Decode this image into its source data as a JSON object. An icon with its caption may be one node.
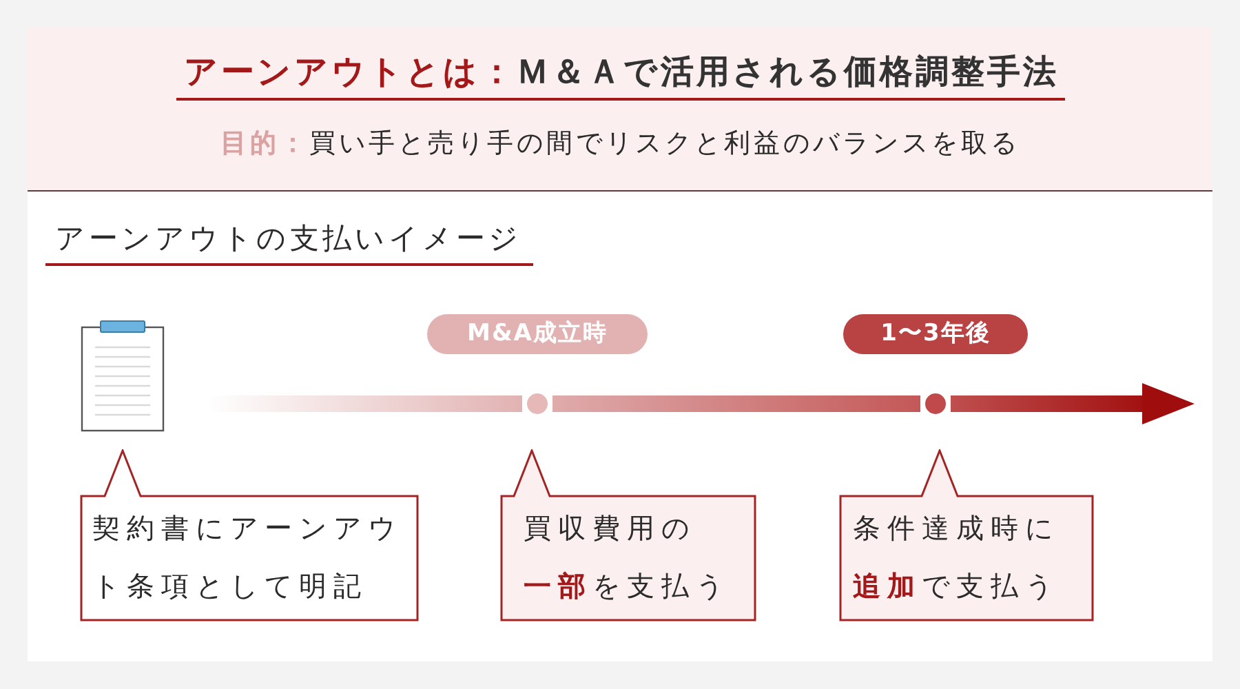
{
  "diagram": {
    "title": "**アーンアウトとは：**Ｍ＆Ａで活用される価格調整手法",
    "nodes": [
      {
        "text": [],
        "shape": "picture"
      },
      {
        "text": [
          "M&A成立時"
        ]
      },
      {
        "text": [
          "1〜3年後"
        ]
      },
      {
        "text": [],
        "shape": "circle"
      },
      {
        "text": [],
        "shape": "circle"
      },
      {
        "text": [
          "契約書にアーンアウト条項として明記"
        ]
      },
      {
        "text": [
          "買収費用の**一部**を支払う"
        ]
      },
      {
        "text": [
          "条件達成時に**追加**で支払う"
        ]
      }
    ],
    "edges": [
      {
        "from": null,
        "to": 3,
        "arrow": "none"
      },
      {
        "from": 3,
        "to": 4,
        "arrow": "none"
      },
      {
        "from": 4,
        "to": null,
        "arrow": "to"
      }
    ],
    "labels": [
      "**目的：**買い手と売り手の間でリスクと利益のバランスを取る",
      "アーンアウトの支払いイメージ"
    ]
  }
}
